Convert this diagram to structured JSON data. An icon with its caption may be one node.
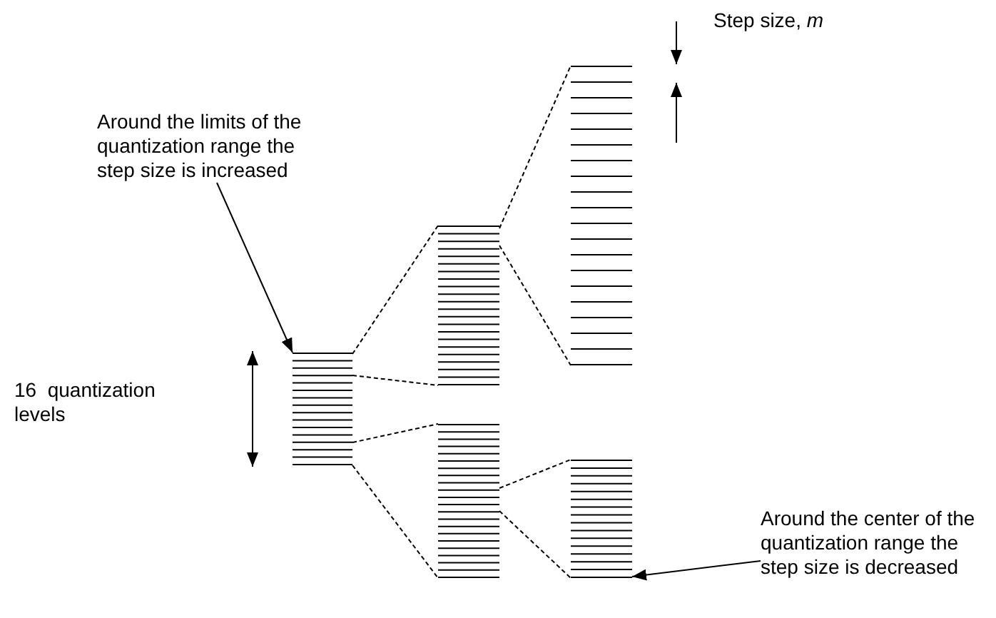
{
  "diagram": {
    "nodes": [
      {
        "text": [
          "Around the limits of the quantization range the step size is increased"
        ]
      },
      {
        "text": [
          "Around the center of the quantization range the step size is decreased"
        ]
      },
      {
        "text": [],
        "shape": "bar"
      },
      {
        "text": [],
        "shape": "bar"
      },
      {
        "text": [],
        "shape": "bar"
      },
      {
        "text": [],
        "shape": "bar"
      },
      {
        "text": [],
        "shape": "bar"
      }
    ],
    "edges": [
      {
        "from": 0,
        "to": 2,
        "arrow": "to"
      },
      {
        "from": 1,
        "to": 6,
        "arrow": "to"
      },
      {
        "from": 2,
        "to": 3,
        "arrow": "none",
        "style": "dashed"
      },
      {
        "from": 2,
        "to": 3,
        "arrow": "none",
        "style": "dashed"
      },
      {
        "from": 2,
        "to": 4,
        "arrow": "none",
        "style": "dashed"
      },
      {
        "from": 2,
        "to": 4,
        "arrow": "none",
        "style": "dashed"
      },
      {
        "from": 3,
        "to": 5,
        "arrow": "none",
        "style": "dashed"
      },
      {
        "from": 3,
        "to": 5,
        "arrow": "none",
        "style": "dashed"
      },
      {
        "from": 4,
        "to": 6,
        "arrow": "none",
        "style": "dashed"
      },
      {
        "from": 4,
        "to": 6,
        "arrow": "none",
        "style": "dashed"
      }
    ],
    "labels": [
      "Step size, *m*",
      "16  quantization levels"
    ]
  }
}
